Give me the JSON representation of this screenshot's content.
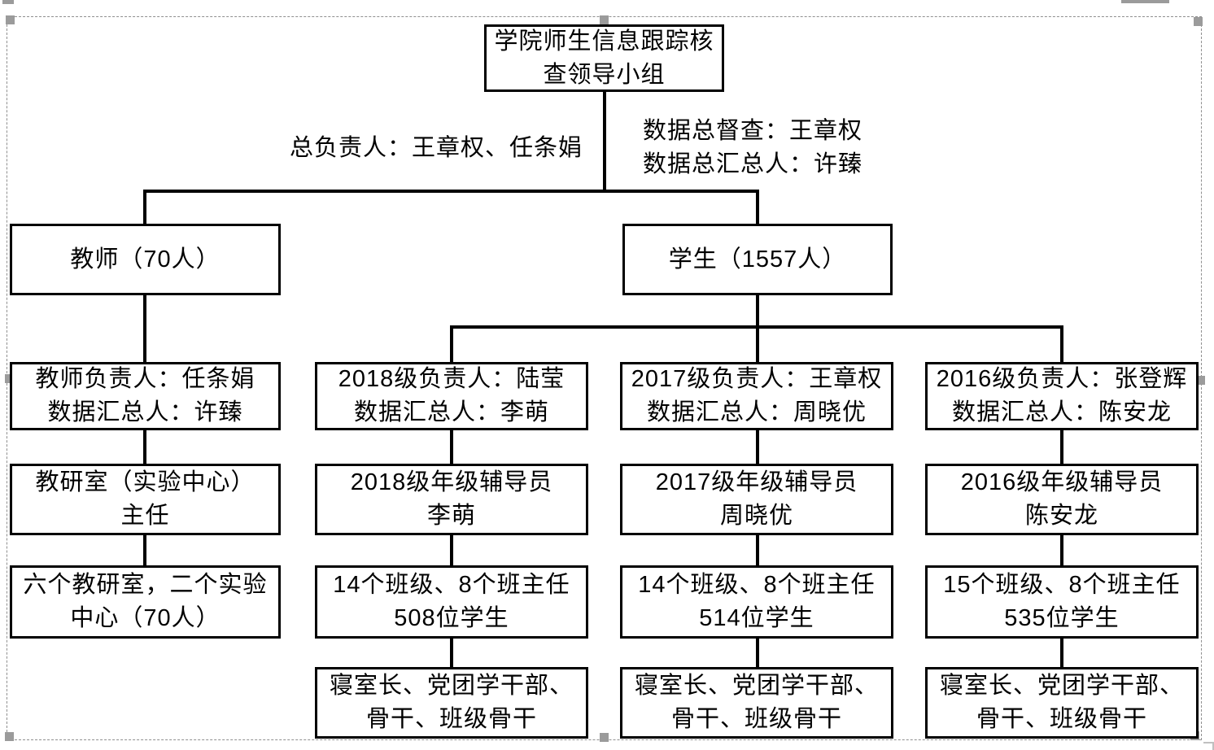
{
  "colors": {
    "box_border": "#000000",
    "connector": "#000000",
    "handle": "#9b9b9b",
    "selection_dash": "#8f8f8f"
  },
  "root_box": {
    "line1": "学院师生信息跟踪核",
    "line2": "查领导小组"
  },
  "annotations": {
    "left": "总负责人：王章权、任条娟",
    "right_line1": "数据总督查：王章权",
    "right_line2": "数据总汇总人：许臻"
  },
  "teacher": {
    "header": "教师（70人）",
    "box1": {
      "line1": "教师负责人：任条娟",
      "line2": "数据汇总人：许臻"
    },
    "box2": {
      "line1": "教研室（实验中心）",
      "line2": "主任"
    },
    "box3": {
      "line1": "六个教研室，二个实验",
      "line2": "中心（70人）"
    }
  },
  "student": {
    "header": "学生（1557人）",
    "columns": [
      {
        "grade": "2018",
        "box1": {
          "line1": "2018级负责人：陆莹",
          "line2": "数据汇总人：李萌"
        },
        "box2": {
          "line1": "2018级年级辅导员",
          "line2": "李萌"
        },
        "box3": {
          "line1": "14个班级、8个班主任",
          "line2": "508位学生"
        },
        "box4": {
          "line1": "寝室长、党团学干部、",
          "line2": "骨干、班级骨干"
        }
      },
      {
        "grade": "2017",
        "box1": {
          "line1": "2017级负责人：王章权",
          "line2": "数据汇总人：周晓优"
        },
        "box2": {
          "line1": "2017级年级辅导员",
          "line2": "周晓优"
        },
        "box3": {
          "line1": "14个班级、8个班主任",
          "line2": "514位学生"
        },
        "box4": {
          "line1": "寝室长、党团学干部、",
          "line2": "骨干、班级骨干"
        }
      },
      {
        "grade": "2016",
        "box1": {
          "line1": "2016级负责人：张登辉",
          "line2": "数据汇总人：陈安龙"
        },
        "box2": {
          "line1": "2016级年级辅导员",
          "line2": "陈安龙"
        },
        "box3": {
          "line1": "15个班级、8个班主任",
          "line2": "535位学生"
        },
        "box4": {
          "line1": "寝室长、党团学干部、",
          "line2": "骨干、班级骨干"
        }
      }
    ]
  }
}
